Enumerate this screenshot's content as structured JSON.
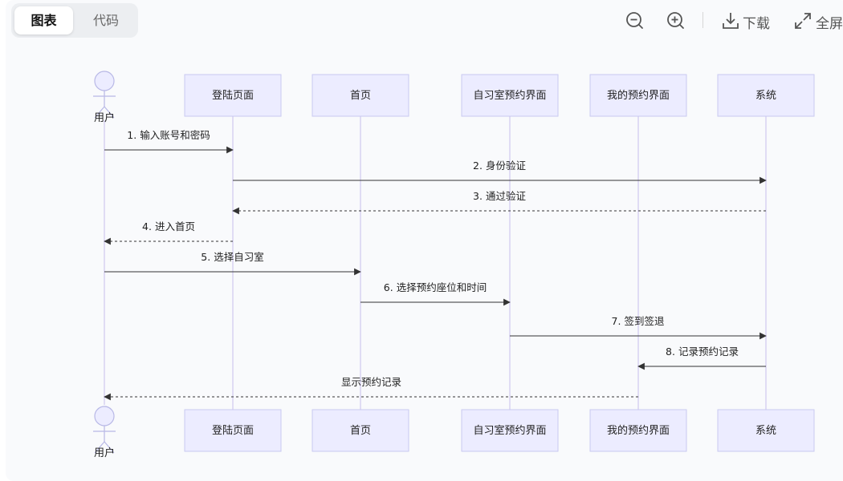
{
  "tabs": {
    "chart": "图表",
    "code": "代码"
  },
  "toolbar": {
    "zoom_out_icon": "zoom-out-icon",
    "zoom_in_icon": "zoom-in-icon",
    "download_label": "下载",
    "fullscreen_label": "全屏"
  },
  "colors": {
    "participant_fill": "#ececff",
    "participant_border": "#c9c9f0",
    "lifeline": "#cfc8ef",
    "arrow": "#333333",
    "actor": "#ececff"
  },
  "diagram": {
    "actor": "用户",
    "participants": [
      "登陆页面",
      "首页",
      "自习室预约界面",
      "我的预约界面",
      "系统"
    ],
    "messages": [
      {
        "label": "1. 输入账号和密码",
        "from": 0,
        "to": 1,
        "style": "solid"
      },
      {
        "label": "2. 身份验证",
        "from": 1,
        "to": 5,
        "style": "solid"
      },
      {
        "label": "3. 通过验证",
        "from": 5,
        "to": 1,
        "style": "dotted"
      },
      {
        "label": "4. 进入首页",
        "from": 1,
        "to": 0,
        "style": "dotted"
      },
      {
        "label": "5. 选择自习室",
        "from": 0,
        "to": 2,
        "style": "solid"
      },
      {
        "label": "6. 选择预约座位和时间",
        "from": 2,
        "to": 3,
        "style": "solid"
      },
      {
        "label": "7. 签到签退",
        "from": 3,
        "to": 5,
        "style": "solid"
      },
      {
        "label": "8. 记录预约记录",
        "from": 5,
        "to": 4,
        "style": "solid"
      },
      {
        "label": "显示预约记录",
        "from": 4,
        "to": 0,
        "style": "dotted"
      }
    ]
  }
}
